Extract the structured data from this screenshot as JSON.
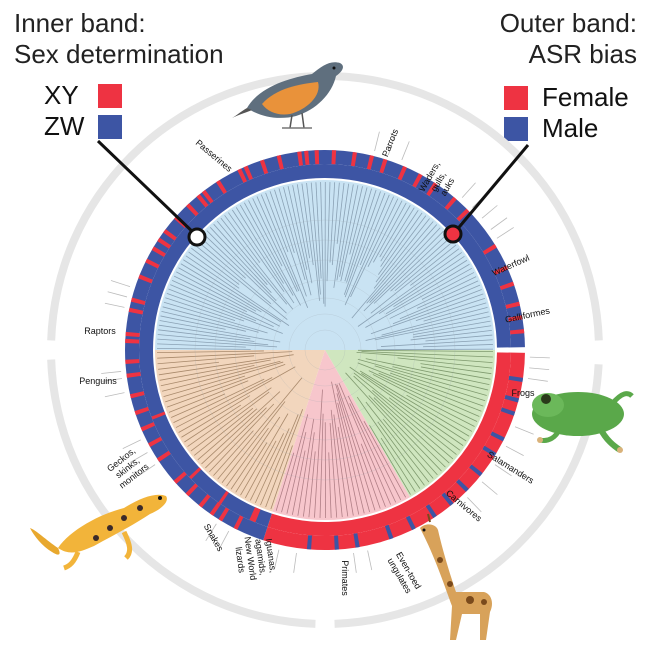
{
  "header_left": {
    "line1": "Inner band:",
    "line2": "Sex determination"
  },
  "header_right": {
    "line1": "Outer band:",
    "line2": "ASR bias"
  },
  "legend_left": [
    {
      "label": "XY",
      "color": "#ee3342"
    },
    {
      "label": "ZW",
      "color": "#3d55a4"
    }
  ],
  "legend_right": [
    {
      "label": "Female",
      "color": "#ee3342"
    },
    {
      "label": "Male",
      "color": "#3d55a4"
    }
  ],
  "clades": {
    "passerines": "Passerines",
    "parrots": "Parrots",
    "waders": [
      "Waders,",
      "gulls,",
      "auks"
    ],
    "waterfowl": "Waterfowl",
    "galliformes": "Galliformes",
    "raptors": "Raptors",
    "penguins": "Penguins",
    "geckos": [
      "Geckos,",
      "skinks,",
      "monitors"
    ],
    "snakes": "Snakes",
    "iguanas": [
      "Iguanas,",
      "agamids,",
      "New World",
      "lizards"
    ],
    "primates": "Primates",
    "ungulates": [
      "Even-toed",
      "ungulates"
    ],
    "carnivores": "Carnivores",
    "salamanders": "Salamanders",
    "frogs": "Frogs"
  },
  "colors": {
    "female": "#ee3342",
    "male": "#3d55a4",
    "birds_sector": "#c9e3f3",
    "frogs_sector": "#cfe6bf",
    "reptiles_sector": "#f2d6bd",
    "mammals_sector": "#f7c6cc",
    "outer_ring": "#e6e6e6"
  },
  "icons": [
    "bird-photo",
    "frog-photo",
    "gecko-photo",
    "giraffe-photo"
  ]
}
